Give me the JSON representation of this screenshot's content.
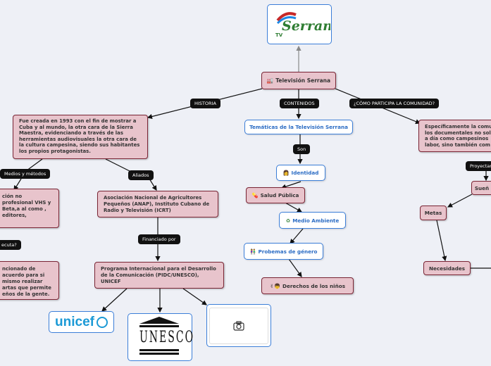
{
  "root": {
    "label": "Televisión Serrana",
    "logo_text": "Serrana",
    "logo_sub": "TV"
  },
  "pills": {
    "historia": "HISTORIA",
    "contenidos": "CONTENIDOS",
    "participa": "¿CÓMO PARTICIPA LA COMUNIDAD?",
    "medios": "Medios y métodos",
    "aliados": "Aliados",
    "ejecuta": "ecuta?",
    "financiado": "Financiado por",
    "son": "Son",
    "proyectan": "Proyectan"
  },
  "nodes": {
    "historia_text": "Fue creada en 1993 con el fin de mostrar a Cuba y al mundo, la otra cara de la Sierra Maestra, evidenciando a través de las herramientas audiovisuales la otra cara de la cultura campesina, siendo sus habitantes los propios protagonistas.",
    "medios_text": "ción no profesional VHS y Beta,a al como , editores,",
    "ejecuta_text": "ncionado de acuerdo para si mismo realizar artas que permite eños de la gente.",
    "asociacion": "Asociación Nacional de Agricultores Pequeños (ANAP), Instituto Cubano de Radio y Televisión (ICRT)",
    "programa": "Programa Internacional para el Desarrollo de la Comunicación (PIDC/UNESCO), UNICEF",
    "tematicas": "Temáticas de la Televisión Serrana",
    "identidad": "Identidad",
    "salud": "Salud Pública",
    "medio_ambiente": "Medio Ambiente",
    "problemas": "Probemas de género",
    "derechos": "Derechos de los niños",
    "participa_text": "Específicamente la comu los documentales no sol a día como campesinos labor, sino también com",
    "suenos": "Sueñ",
    "metas": "Metas",
    "necesidades": "Necesidades"
  },
  "logos": {
    "unicef": "unicef",
    "unesco": "UNESCO"
  },
  "icons": {
    "root": "building-icon",
    "identidad": "person-icon",
    "salud": "pill-icon",
    "medio_ambiente": "recycle-icon",
    "problemas": "people-icon",
    "derechos": "children-icon",
    "camera": "camera-icon"
  },
  "colors": {
    "pink": "#e8c4cc",
    "border": "#7a2535",
    "blue": "#3b7ed8",
    "pill": "#111111"
  }
}
